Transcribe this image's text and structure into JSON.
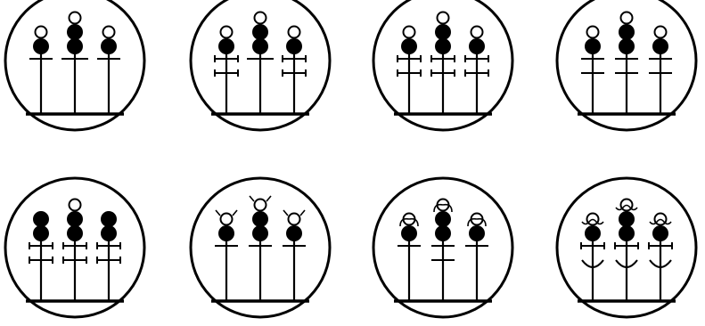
{
  "colors": {
    "ink": "#000000",
    "paper": "#ffffff"
  },
  "panels": [
    {
      "stems": [
        {
          "rings": [
            {
              "type": "open"
            },
            {
              "type": "filled"
            }
          ],
          "bars": [
            {
              "type": "plain"
            }
          ]
        },
        {
          "rings": [
            {
              "type": "open"
            },
            {
              "type": "filled"
            },
            {
              "type": "filled"
            }
          ],
          "bars": [
            {
              "type": "plain-between"
            }
          ]
        },
        {
          "rings": [
            {
              "type": "open"
            },
            {
              "type": "filled"
            }
          ],
          "bars": [
            {
              "type": "plain"
            }
          ]
        }
      ]
    },
    {
      "stems": [
        {
          "rings": [
            {
              "type": "open"
            },
            {
              "type": "filled"
            }
          ],
          "bars": [
            {
              "type": "capped"
            },
            {
              "type": "capped"
            }
          ]
        },
        {
          "rings": [
            {
              "type": "open"
            },
            {
              "type": "filled"
            },
            {
              "type": "filled"
            }
          ],
          "bars": [
            {
              "type": "plain-between"
            }
          ]
        },
        {
          "rings": [
            {
              "type": "open"
            },
            {
              "type": "filled"
            }
          ],
          "bars": [
            {
              "type": "capped"
            },
            {
              "type": "capped"
            }
          ]
        }
      ]
    },
    {
      "stems": [
        {
          "rings": [
            {
              "type": "open"
            },
            {
              "type": "filled"
            }
          ],
          "bars": [
            {
              "type": "capped"
            },
            {
              "type": "capped"
            }
          ]
        },
        {
          "rings": [
            {
              "type": "open"
            },
            {
              "type": "filled"
            },
            {
              "type": "filled"
            }
          ],
          "bars": [
            {
              "type": "capped"
            },
            {
              "type": "capped"
            }
          ]
        },
        {
          "rings": [
            {
              "type": "open"
            },
            {
              "type": "filled"
            }
          ],
          "bars": [
            {
              "type": "capped"
            },
            {
              "type": "capped"
            }
          ]
        }
      ]
    },
    {
      "stems": [
        {
          "rings": [
            {
              "type": "open"
            },
            {
              "type": "filled"
            }
          ],
          "bars": [
            {
              "type": "plain"
            },
            {
              "type": "plain"
            }
          ]
        },
        {
          "rings": [
            {
              "type": "open"
            },
            {
              "type": "filled"
            },
            {
              "type": "filled"
            }
          ],
          "bars": [
            {
              "type": "plain"
            },
            {
              "type": "plain"
            }
          ]
        },
        {
          "rings": [
            {
              "type": "open"
            },
            {
              "type": "filled"
            }
          ],
          "bars": [
            {
              "type": "plain"
            },
            {
              "type": "plain"
            }
          ]
        }
      ]
    },
    {
      "stems": [
        {
          "rings": [
            {
              "type": "filled"
            },
            {
              "type": "filled"
            }
          ],
          "bars": [
            {
              "type": "capped"
            },
            {
              "type": "capped"
            }
          ]
        },
        {
          "rings": [
            {
              "type": "open"
            },
            {
              "type": "filled"
            },
            {
              "type": "filled"
            }
          ],
          "bars": [
            {
              "type": "capped"
            },
            {
              "type": "capped"
            }
          ]
        },
        {
          "rings": [
            {
              "type": "filled"
            },
            {
              "type": "filled"
            }
          ],
          "bars": [
            {
              "type": "capped"
            },
            {
              "type": "capped"
            }
          ]
        }
      ]
    },
    {
      "stems": [
        {
          "rings": [
            {
              "type": "open-rays"
            },
            {
              "type": "filled"
            }
          ],
          "bars": [
            {
              "type": "plain"
            }
          ]
        },
        {
          "rings": [
            {
              "type": "open-rays"
            },
            {
              "type": "filled"
            },
            {
              "type": "filled"
            }
          ],
          "bars": [
            {
              "type": "plain"
            }
          ]
        },
        {
          "rings": [
            {
              "type": "open-rays"
            },
            {
              "type": "filled"
            }
          ],
          "bars": [
            {
              "type": "plain"
            }
          ]
        }
      ]
    },
    {
      "stems": [
        {
          "rings": [
            {
              "type": "open-hood"
            },
            {
              "type": "filled"
            }
          ],
          "bars": [
            {
              "type": "plain"
            }
          ]
        },
        {
          "rings": [
            {
              "type": "open-hood"
            },
            {
              "type": "filled"
            },
            {
              "type": "filled"
            }
          ],
          "bars": [
            {
              "type": "plain"
            },
            {
              "type": "plain"
            }
          ]
        },
        {
          "rings": [
            {
              "type": "open-hood"
            },
            {
              "type": "filled"
            }
          ],
          "bars": [
            {
              "type": "plain"
            }
          ]
        }
      ]
    },
    {
      "stems": [
        {
          "rings": [
            {
              "type": "open-wave"
            },
            {
              "type": "filled"
            }
          ],
          "bars": [
            {
              "type": "capped"
            },
            {
              "type": "cup"
            }
          ]
        },
        {
          "rings": [
            {
              "type": "open-wave"
            },
            {
              "type": "filled"
            },
            {
              "type": "filled"
            }
          ],
          "bars": [
            {
              "type": "capped"
            },
            {
              "type": "cup"
            }
          ]
        },
        {
          "rings": [
            {
              "type": "open-wave"
            },
            {
              "type": "filled"
            }
          ],
          "bars": [
            {
              "type": "capped"
            },
            {
              "type": "cup"
            }
          ]
        }
      ]
    }
  ]
}
